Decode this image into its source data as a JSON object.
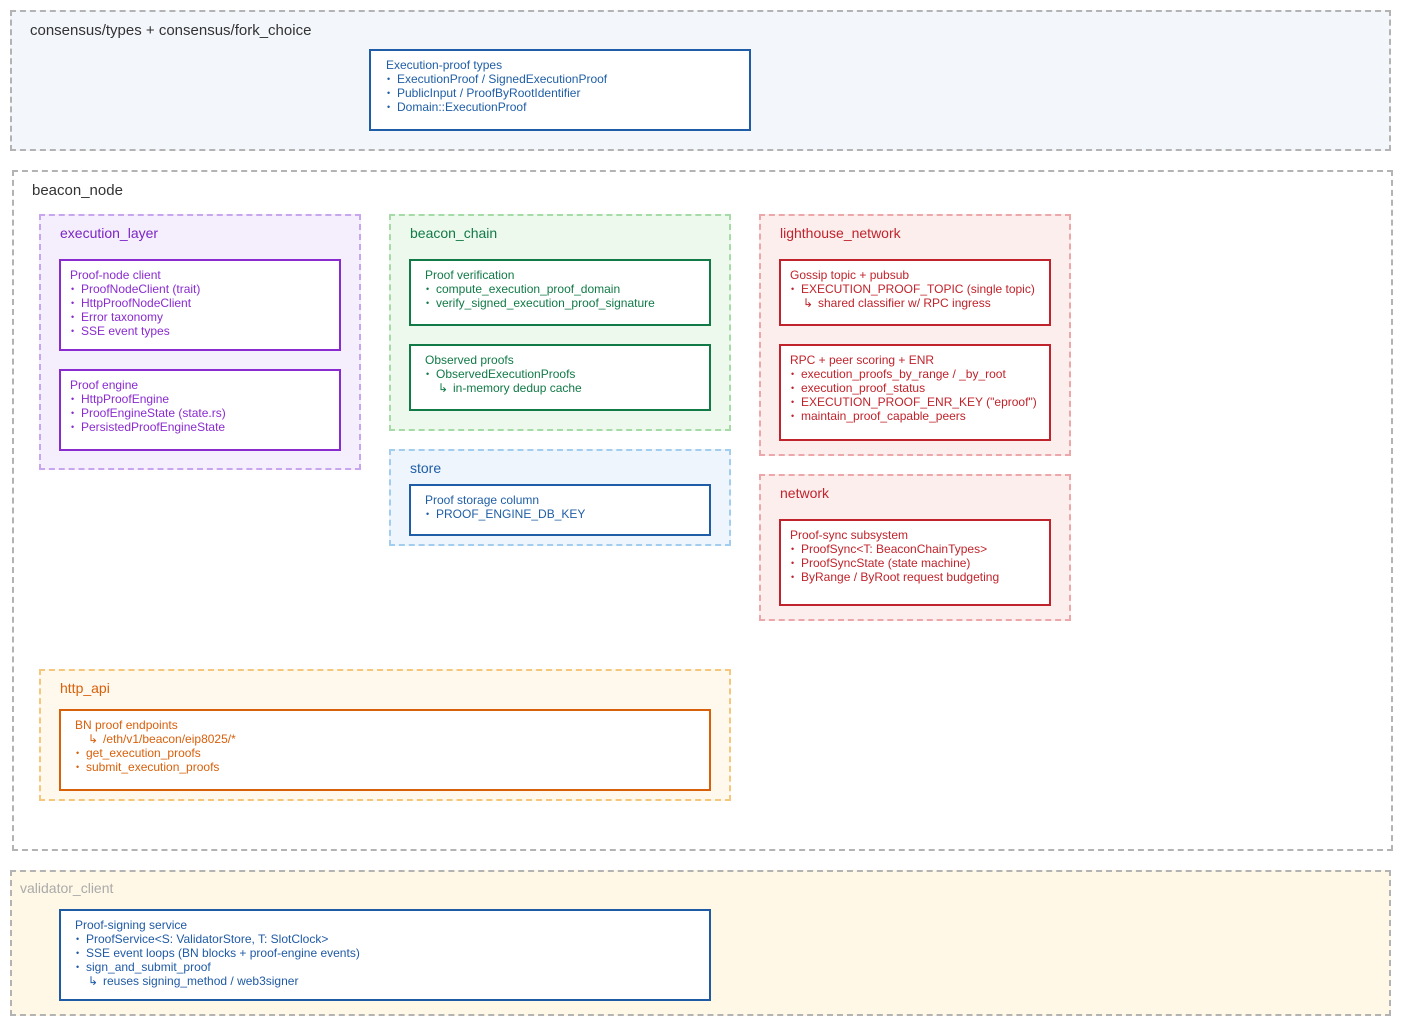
{
  "groups": {
    "consensus": {
      "title": "consensus/types + consensus/fork_choice"
    },
    "beacon_node": {
      "title": "beacon_node"
    },
    "validator_client": {
      "title": "validator_client"
    }
  },
  "modules": {
    "execution_layer": "execution_layer",
    "beacon_chain": "beacon_chain",
    "store": "store",
    "lighthouse_network": "lighthouse_network",
    "network": "network",
    "http_api": "http_api"
  },
  "boxes": {
    "execution_proof_types": {
      "title": "Execution-proof types",
      "items": [
        "ExecutionProof  /  SignedExecutionProof",
        "PublicInput  /  ProofByRootIdentifier",
        "Domain::ExecutionProof"
      ]
    },
    "proof_node_client": {
      "title": "Proof-node client",
      "items": [
        "ProofNodeClient  (trait)",
        "HttpProofNodeClient",
        "Error taxonomy",
        "SSE event types"
      ]
    },
    "proof_engine": {
      "title": "Proof engine",
      "items": [
        "HttpProofEngine",
        "ProofEngineState  (state.rs)",
        "PersistedProofEngineState"
      ]
    },
    "proof_verification": {
      "title": "Proof verification",
      "items": [
        "compute_execution_proof_domain",
        "verify_signed_execution_proof_signature"
      ]
    },
    "observed_proofs": {
      "title": "Observed proofs",
      "items": [
        "ObservedExecutionProofs"
      ],
      "sub": "in-memory dedup cache"
    },
    "proof_storage": {
      "title": "Proof storage column",
      "items": [
        "PROOF_ENGINE_DB_KEY"
      ]
    },
    "gossip": {
      "title": "Gossip topic + pubsub",
      "items": [
        "EXECUTION_PROOF_TOPIC  (single topic)"
      ],
      "sub": "shared classifier w/ RPC ingress"
    },
    "rpc": {
      "title": "RPC + peer scoring + ENR",
      "items": [
        "execution_proofs_by_range  /  _by_root",
        "execution_proof_status",
        "EXECUTION_PROOF_ENR_KEY  (\"eproof\")",
        "maintain_proof_capable_peers"
      ]
    },
    "proof_sync": {
      "title": "Proof-sync subsystem",
      "items": [
        "ProofSync<T: BeaconChainTypes>",
        "ProofSyncState  (state machine)",
        "ByRange / ByRoot request budgeting"
      ]
    },
    "bn_endpoints": {
      "title": "BN proof endpoints",
      "sub": "/eth/v1/beacon/eip8025/*",
      "items": [
        "get_execution_proofs",
        "submit_execution_proofs"
      ]
    },
    "proof_signing": {
      "title": "Proof-signing service",
      "items": [
        "ProofService<S: ValidatorStore, T: SlotClock>",
        "SSE event loops  (BN blocks + proof-engine events)",
        "sign_and_submit_proof"
      ],
      "sub": "reuses signing_method / web3signer"
    }
  },
  "colors": {
    "consensus_bg": "#f3f6fb",
    "beacon_node_bg": "#ffffff",
    "validator_bg": "#fff8e6",
    "execution_layer_bg": "#f4eefd",
    "beacon_chain_bg": "#eef9ee",
    "store_bg": "#eef5fd",
    "network_bg": "#fdeeee",
    "http_api_bg": "#fff8ec"
  }
}
